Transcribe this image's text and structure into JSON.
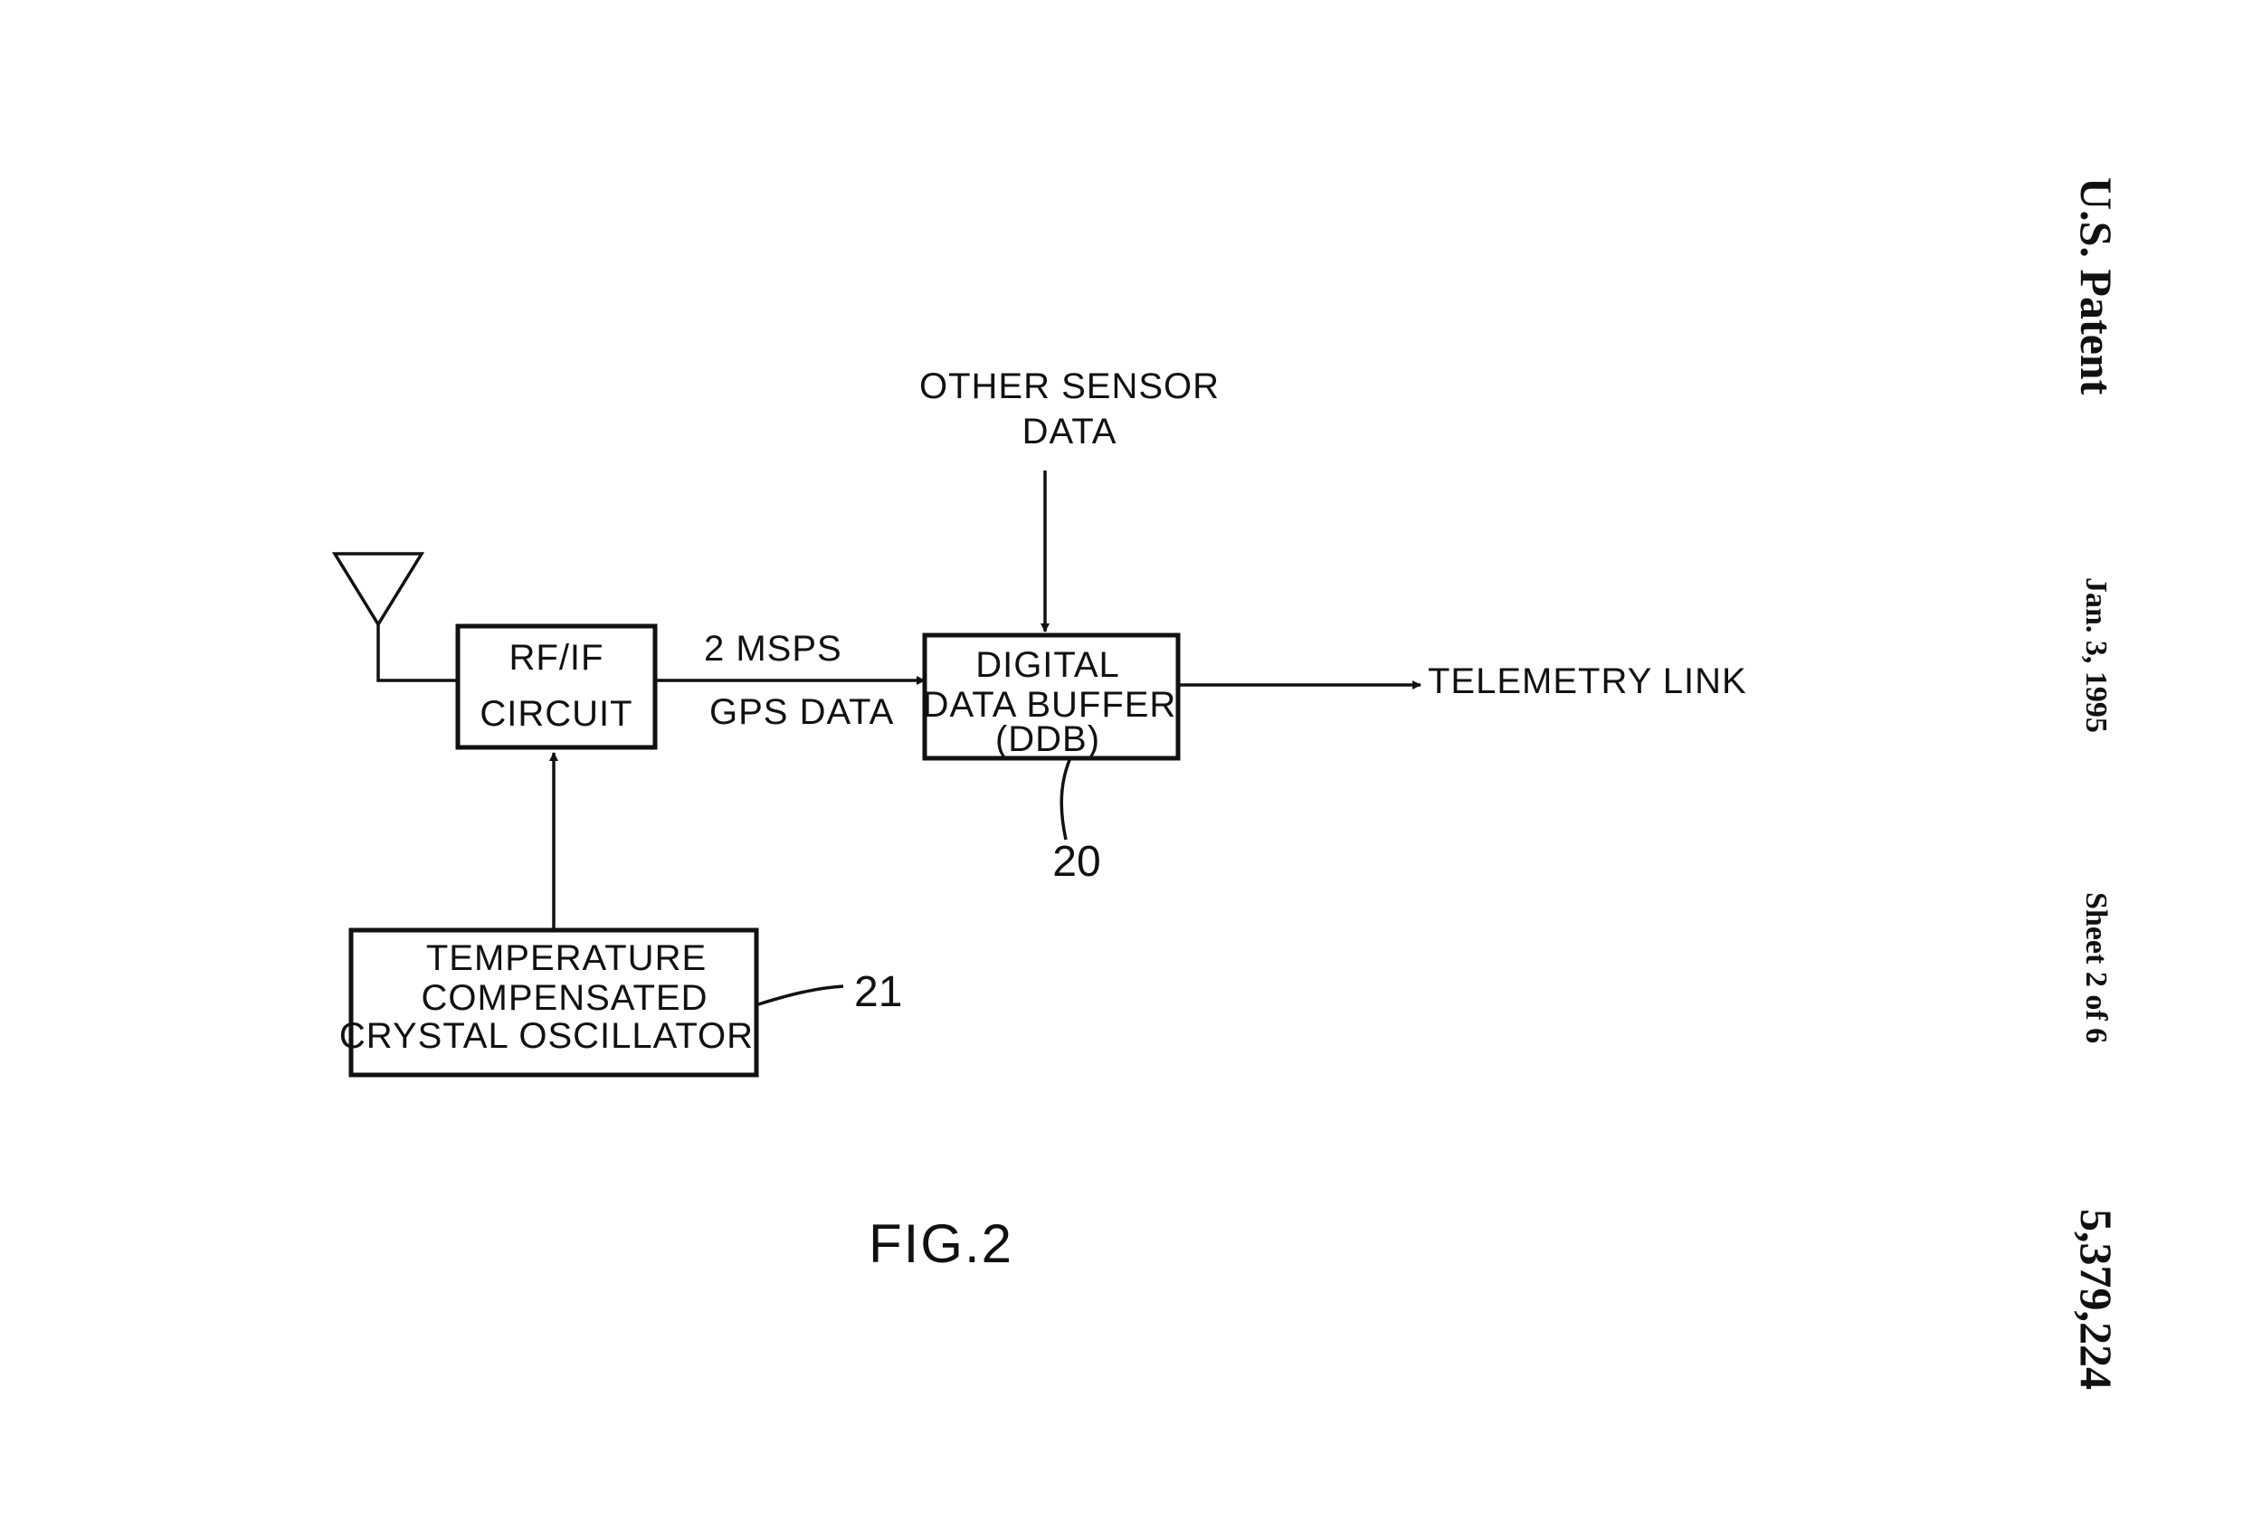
{
  "header": {
    "patent_label": "U.S. Patent",
    "date": "Jan. 3, 1995",
    "sheet": "Sheet 2 of 6",
    "patent_number": "5,379,224"
  },
  "blocks": {
    "rf_if": {
      "line1": "RF/IF",
      "line2": "CIRCUIT"
    },
    "ddb": {
      "line1": "DIGITAL",
      "line2": "DATA BUFFER",
      "line3": "(DDB)"
    },
    "tcxo": {
      "line1": "TEMPERATURE",
      "line2": "COMPENSATED",
      "line3": "CRYSTAL OSCILLATOR"
    }
  },
  "labels": {
    "other_sensor_line1": "OTHER SENSOR",
    "other_sensor_line2": "DATA",
    "msps": "2 MSPS",
    "gps_data": "GPS DATA",
    "telemetry": "TELEMETRY LINK",
    "ref_ddb": "20",
    "ref_tcxo": "21"
  },
  "figure_label": "FIG.2"
}
